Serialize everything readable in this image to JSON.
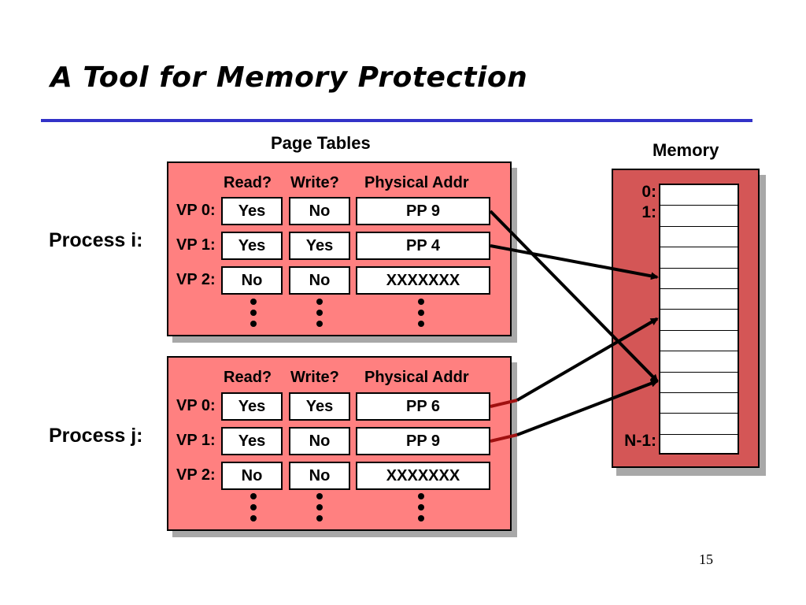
{
  "title": "A Tool for Memory Protection",
  "headings": {
    "page_tables": "Page Tables",
    "memory": "Memory"
  },
  "columns": {
    "read": "Read?",
    "write": "Write?",
    "physical": "Physical Addr"
  },
  "processes": [
    {
      "label": "Process i:",
      "rows": [
        {
          "vp": "VP 0:",
          "read": "Yes",
          "write": "No",
          "addr": "PP 9"
        },
        {
          "vp": "VP 1:",
          "read": "Yes",
          "write": "Yes",
          "addr": "PP 4"
        },
        {
          "vp": "VP 2:",
          "read": "No",
          "write": "No",
          "addr": "XXXXXXX"
        }
      ]
    },
    {
      "label": "Process j:",
      "rows": [
        {
          "vp": "VP 0:",
          "read": "Yes",
          "write": "Yes",
          "addr": "PP 6"
        },
        {
          "vp": "VP 1:",
          "read": "Yes",
          "write": "No",
          "addr": "PP 9"
        },
        {
          "vp": "VP 2:",
          "read": "No",
          "write": "No",
          "addr": "XXXXXXX"
        }
      ]
    }
  ],
  "memory": {
    "row_count": 13,
    "labels": {
      "first": "0:",
      "second": "1:",
      "last": "N-1:"
    }
  },
  "mappings": [
    {
      "process": 0,
      "row": 0,
      "to_page": 9
    },
    {
      "process": 0,
      "row": 1,
      "to_page": 4
    },
    {
      "process": 1,
      "row": 0,
      "to_page": 6
    },
    {
      "process": 1,
      "row": 1,
      "to_page": 9
    }
  ],
  "colors": {
    "panel": "#ff8080",
    "memory_panel": "#d45656",
    "rule": "#3232c8",
    "connector_j": "#a01010"
  },
  "page_number": "15"
}
